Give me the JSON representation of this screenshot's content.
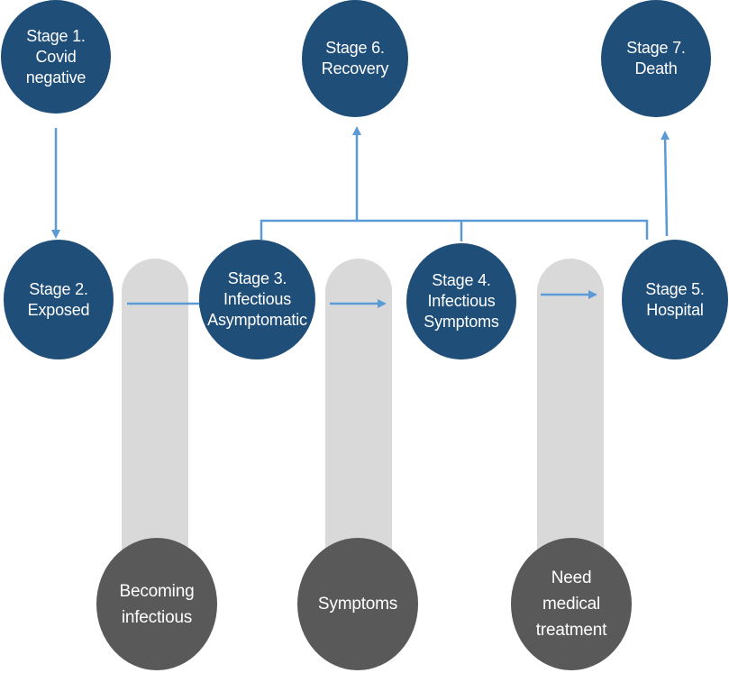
{
  "colors": {
    "stage_fill": "#1f4e79",
    "transition_fill": "#595959",
    "pillar_fill": "#d9d9d9",
    "arrow": "#5b9bd5",
    "text": "#ffffff"
  },
  "stages": [
    {
      "id": "stage-1",
      "label": "Stage 1.\nCovid\nnegative"
    },
    {
      "id": "stage-2",
      "label": "Stage 2.\nExposed"
    },
    {
      "id": "stage-3",
      "label": "Stage 3.\nInfectious\nAsymptomatic"
    },
    {
      "id": "stage-4",
      "label": "Stage 4.\nInfectious\nSymptoms"
    },
    {
      "id": "stage-5",
      "label": "Stage 5.\nHospital"
    },
    {
      "id": "stage-6",
      "label": "Stage 6.\nRecovery"
    },
    {
      "id": "stage-7",
      "label": "Stage 7.\nDeath"
    }
  ],
  "transitions": [
    {
      "id": "becoming-infectious",
      "label": "Becoming\ninfectious"
    },
    {
      "id": "symptoms",
      "label": "Symptoms"
    },
    {
      "id": "need-medical-treatment",
      "label": "Need\nmedical\ntreatment"
    }
  ],
  "edges": [
    {
      "from": "stage-1",
      "to": "stage-2"
    },
    {
      "from": "stage-2",
      "to": "stage-3"
    },
    {
      "from": "stage-3",
      "to": "stage-4"
    },
    {
      "from": "stage-4",
      "to": "stage-5"
    },
    {
      "from": "stage-3",
      "to": "stage-6"
    },
    {
      "from": "stage-4",
      "to": "stage-6"
    },
    {
      "from": "stage-5",
      "to": "stage-6"
    },
    {
      "from": "stage-5",
      "to": "stage-7"
    }
  ]
}
